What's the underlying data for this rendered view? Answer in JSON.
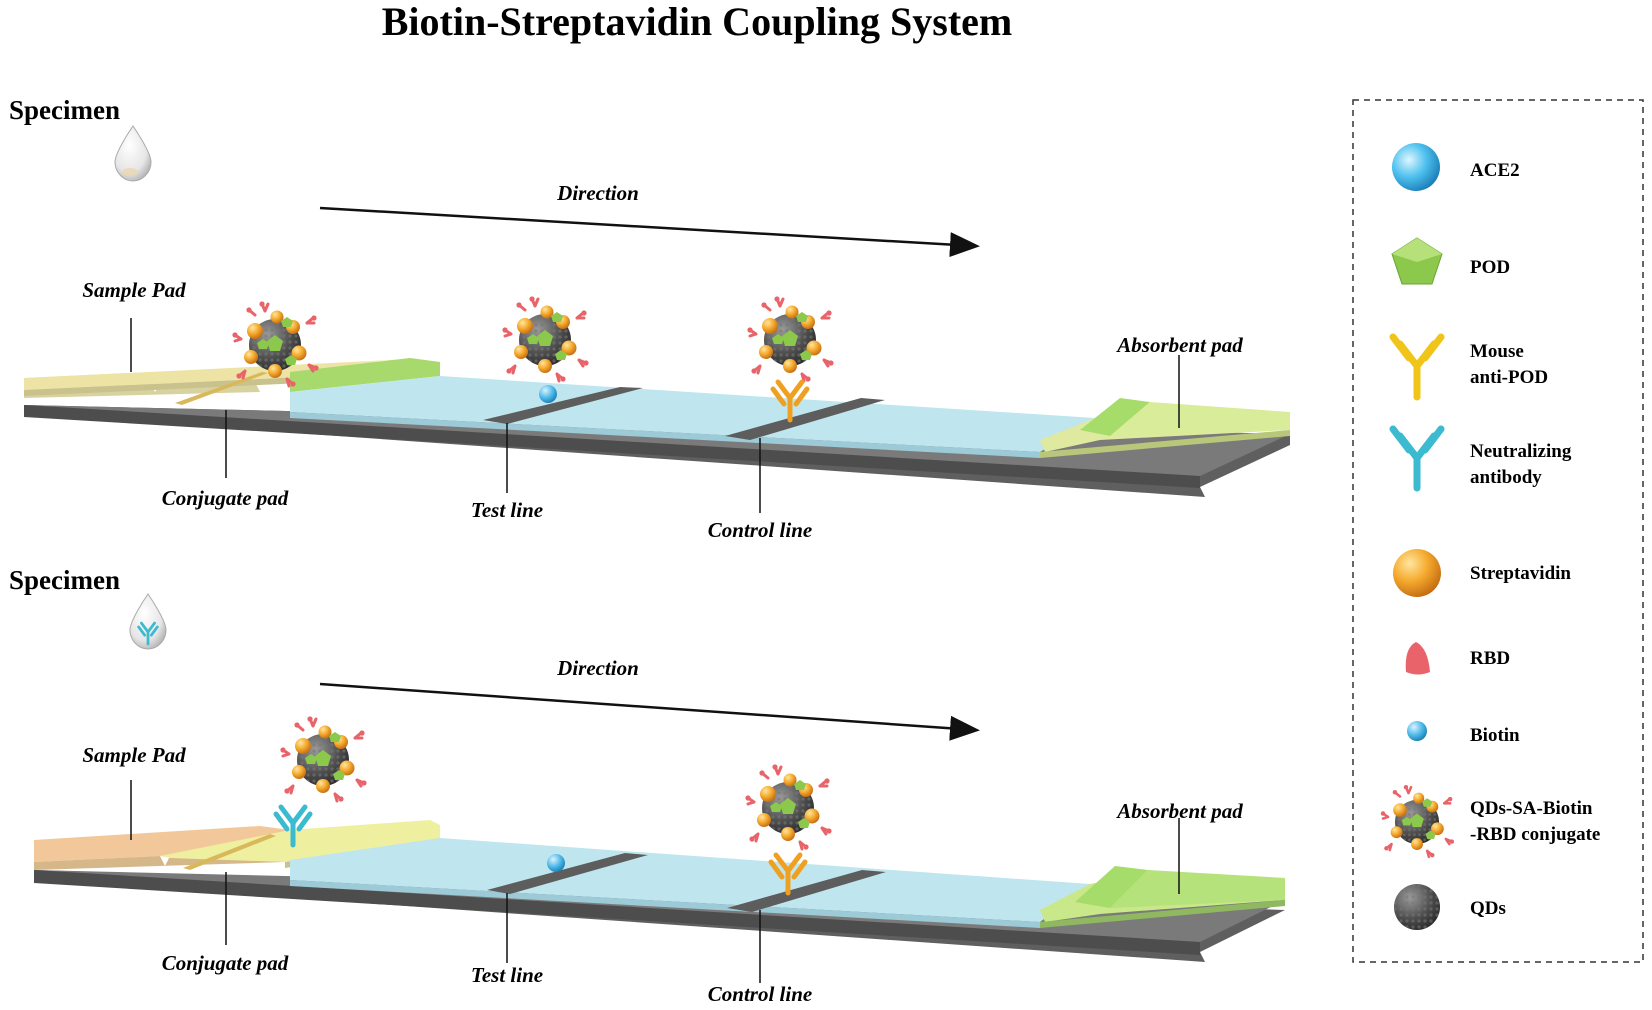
{
  "title": "Biotin-Streptavidin Coupling System",
  "panels": [
    {
      "specimen": "Specimen",
      "direction": "Direction",
      "sample_pad": "Sample Pad",
      "conjugate_pad": "Conjugate pad",
      "test_line": "Test line",
      "control_line": "Control line",
      "absorbent_pad": "Absorbent pad"
    },
    {
      "specimen": "Specimen",
      "direction": "Direction",
      "sample_pad": "Sample Pad",
      "conjugate_pad": "Conjugate pad",
      "test_line": "Test line",
      "control_line": "Control line",
      "absorbent_pad": "Absorbent pad"
    }
  ],
  "legend": {
    "items": [
      {
        "line1": "ACE2",
        "line2": "",
        "icon": "ace2-icon"
      },
      {
        "line1": "POD",
        "line2": "",
        "icon": "pod-icon"
      },
      {
        "line1": "Mouse",
        "line2": "anti-POD",
        "icon": "mouse-anti-pod-icon"
      },
      {
        "line1": "Neutralizing",
        "line2": "antibody",
        "icon": "neutralizing-antibody-icon"
      },
      {
        "line1": "Streptavidin",
        "line2": "",
        "icon": "streptavidin-icon"
      },
      {
        "line1": "RBD",
        "line2": "",
        "icon": "rbd-icon"
      },
      {
        "line1": "Biotin",
        "line2": "",
        "icon": "biotin-icon"
      },
      {
        "line1": "QDs-SA-Biotin",
        "line2": "-RBD conjugate",
        "icon": "conjugate-icon"
      },
      {
        "line1": "QDs",
        "line2": "",
        "icon": "qds-icon"
      }
    ]
  },
  "colors": {
    "sample_pad_top": "#f0e6a8",
    "sample_pad_bottom": "#f2c79a",
    "conjugate_pad": "#eef0a0",
    "membrane": "#bfe6ef",
    "absorbent_pad": "#d9ec9a",
    "absorbent_ridge": "#a6dc6a",
    "backing": "#6e6e6e",
    "line_strip": "#5d5d5d",
    "ace2": "#3fb6e8",
    "pod": "#8cc84b",
    "mouse_anti_pod": "#f0c419",
    "neutralizing_antibody": "#3bbad0",
    "streptavidin": "#f4a62a",
    "rbd": "#e8646a",
    "biotin": "#4ab6e6",
    "qds": "#555555"
  }
}
